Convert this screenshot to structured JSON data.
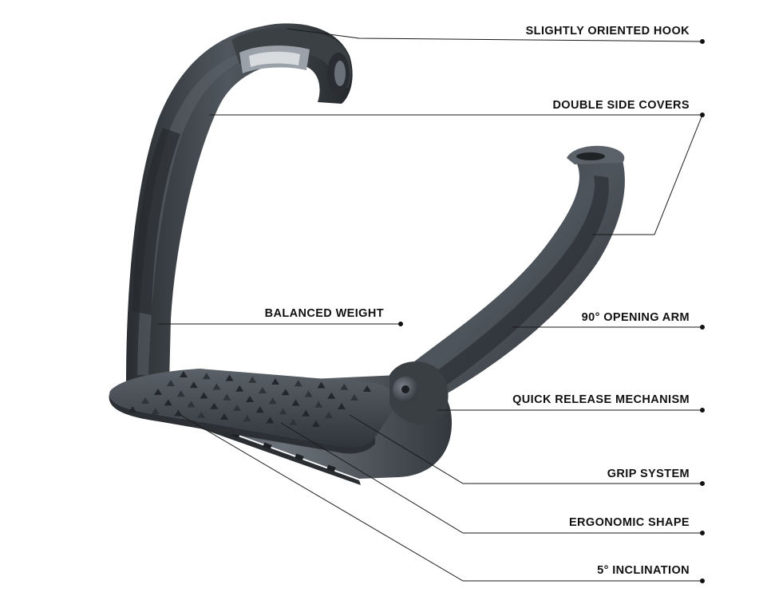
{
  "colors": {
    "background": "#ffffff",
    "text": "#111111",
    "leader_line": "#1a1a1a",
    "product_dark": "#2e3236",
    "product_mid": "#4a5057",
    "product_light": "#6c737b",
    "product_highlight": "#8a9198"
  },
  "callouts": [
    {
      "id": "hook",
      "label": "SLIGHTLY ORIENTED HOOK"
    },
    {
      "id": "covers",
      "label": "DOUBLE SIDE COVERS"
    },
    {
      "id": "weight",
      "label": "BALANCED WEIGHT"
    },
    {
      "id": "arm",
      "label": "90° OPENING ARM"
    },
    {
      "id": "release",
      "label": "QUICK RELEASE MECHANISM"
    },
    {
      "id": "grip",
      "label": "GRIP SYSTEM"
    },
    {
      "id": "ergonomic",
      "label": "ERGONOMIC SHAPE"
    },
    {
      "id": "inclination",
      "label": "5° INCLINATION"
    }
  ]
}
